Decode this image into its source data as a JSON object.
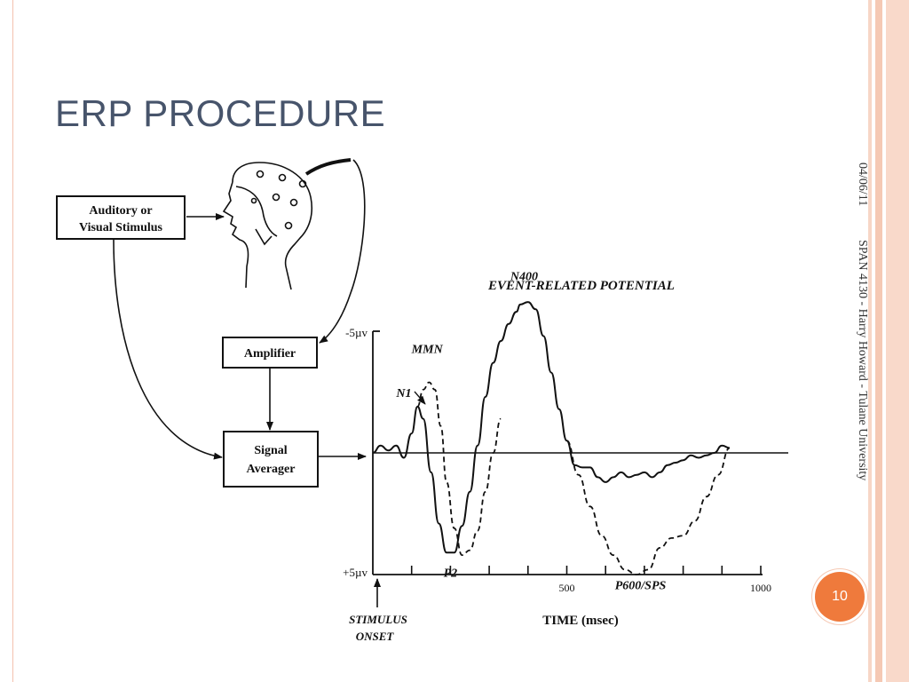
{
  "slide": {
    "title": "ERP PROCEDURE",
    "date": "04/06/11",
    "footer": "SPAN 4130 - Harry Howard - Tulane University",
    "page_number": "10",
    "colors": {
      "title": "#47546b",
      "accent": "#ef7a3c",
      "frame": "#f4c2ae"
    }
  },
  "diagram": {
    "stimulus_box": [
      "Auditory or",
      "Visual Stimulus"
    ],
    "amplifier_box": "Amplifier",
    "averager_box": [
      "Signal",
      "Averager"
    ],
    "head_icon": "eeg-cap-head-icon"
  },
  "chart_data": {
    "type": "line",
    "title": "EVENT-RELATED POTENTIAL",
    "xlabel": "TIME (msec)",
    "ylabel": "",
    "xlim": [
      0,
      1000
    ],
    "ylim": [
      5,
      -5
    ],
    "y_tick_labels": [
      "-5µv",
      "+5µv"
    ],
    "x_tick_values": [
      0,
      100,
      200,
      300,
      400,
      500,
      600,
      700,
      800,
      900,
      1000
    ],
    "x_tick_labels": [
      {
        "x": 500,
        "label": "500"
      },
      {
        "x": 1000,
        "label": "1000"
      }
    ],
    "onset_label": [
      "STIMULUS",
      "ONSET"
    ],
    "series": [
      {
        "style": "solid",
        "x": [
          0,
          20,
          40,
          60,
          80,
          100,
          115,
          130,
          150,
          170,
          190,
          210,
          230,
          250,
          270,
          290,
          310,
          330,
          350,
          370,
          380,
          400,
          420,
          440,
          460,
          480,
          500,
          520,
          540,
          560,
          580,
          600,
          620,
          640,
          660,
          680,
          700,
          720,
          740,
          760,
          780,
          800,
          820,
          840,
          860,
          880,
          900,
          920
        ],
        "y": [
          0,
          -0.3,
          -0.1,
          -0.3,
          0.2,
          -0.8,
          -1.9,
          -1.4,
          0.8,
          2.9,
          4.1,
          4.1,
          3.0,
          1.6,
          -0.3,
          -2.3,
          -3.7,
          -4.6,
          -5.3,
          -5.8,
          -6.1,
          -6.2,
          -5.9,
          -4.8,
          -3.3,
          -1.8,
          -0.5,
          0.5,
          0.6,
          0.6,
          1.0,
          1.2,
          1.0,
          0.8,
          1.0,
          0.9,
          0.8,
          1.0,
          0.8,
          0.5,
          0.4,
          0.3,
          0.1,
          0.2,
          0.1,
          0.0,
          -0.3,
          -0.2
        ]
      },
      {
        "style": "dashed",
        "x": [
          115,
          130,
          145,
          160,
          175,
          190,
          210,
          230,
          250,
          270,
          290,
          310,
          330
        ],
        "y": [
          -1.9,
          -2.6,
          -2.9,
          -2.6,
          -1.1,
          1.2,
          3.1,
          4.2,
          4.0,
          3.2,
          1.6,
          0.0,
          -1.4
        ]
      },
      {
        "style": "dashed",
        "x": [
          500,
          530,
          560,
          590,
          620,
          650,
          680,
          710,
          740,
          770,
          800,
          830,
          860,
          890,
          920
        ],
        "y": [
          -0.5,
          0.9,
          2.2,
          3.4,
          4.2,
          4.8,
          5.0,
          4.8,
          3.9,
          3.5,
          3.4,
          2.8,
          1.8,
          0.9,
          -0.2
        ]
      }
    ],
    "annotations": [
      {
        "label": "N1",
        "x": 80,
        "y": -2.3
      },
      {
        "label": "MMN",
        "x": 140,
        "y": -4.1
      },
      {
        "label": "P2",
        "x": 200,
        "y": 5.1
      },
      {
        "label": "N400",
        "x": 390,
        "y": -7.1
      },
      {
        "label": "P600/SPS",
        "x": 690,
        "y": 5.6
      }
    ]
  }
}
